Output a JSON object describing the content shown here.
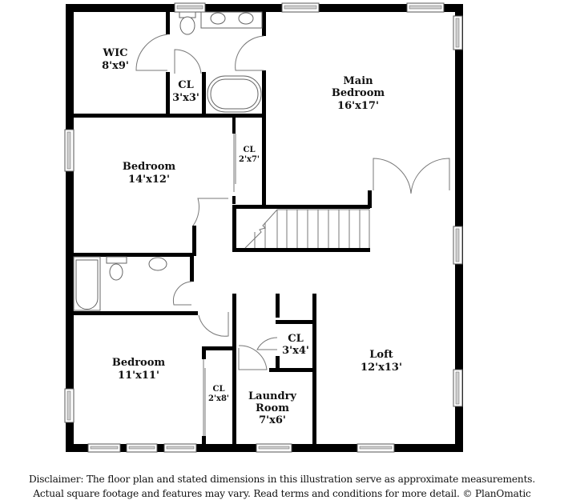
{
  "floor_plan": {
    "rooms": [
      {
        "id": "wic",
        "name": "WIC",
        "dimensions": "8'x9'"
      },
      {
        "id": "cl-main-bath",
        "name": "CL",
        "dimensions": "3'x3'"
      },
      {
        "id": "main-bedroom",
        "name_line1": "Main",
        "name_line2": "Bedroom",
        "dimensions": "16'x17'"
      },
      {
        "id": "bedroom-2",
        "name": "Bedroom",
        "dimensions": "14'x12'"
      },
      {
        "id": "cl-bedroom-2",
        "name": "CL",
        "dimensions": "2'x7'"
      },
      {
        "id": "bedroom-3",
        "name": "Bedroom",
        "dimensions": "11'x11'"
      },
      {
        "id": "cl-bedroom-3",
        "name": "CL",
        "dimensions": "2'x8'"
      },
      {
        "id": "cl-hall",
        "name": "CL",
        "dimensions": "3'x4'"
      },
      {
        "id": "laundry-room",
        "name_line1": "Laundry",
        "name_line2": "Room",
        "dimensions": "7'x6'"
      },
      {
        "id": "loft",
        "name": "Loft",
        "dimensions": "12'x13'"
      }
    ],
    "colors": {
      "wall": "#000000",
      "background": "#ffffff",
      "fixture_line": "#777777",
      "window_glass": "#cfcfcf"
    }
  },
  "disclaimer": {
    "line1": "Disclaimer: The floor plan and stated dimensions in this illustration serve as approximate measurements.",
    "line2": "Actual square footage and features may vary. Read terms and conditions for more detail. © PlanOmatic"
  }
}
